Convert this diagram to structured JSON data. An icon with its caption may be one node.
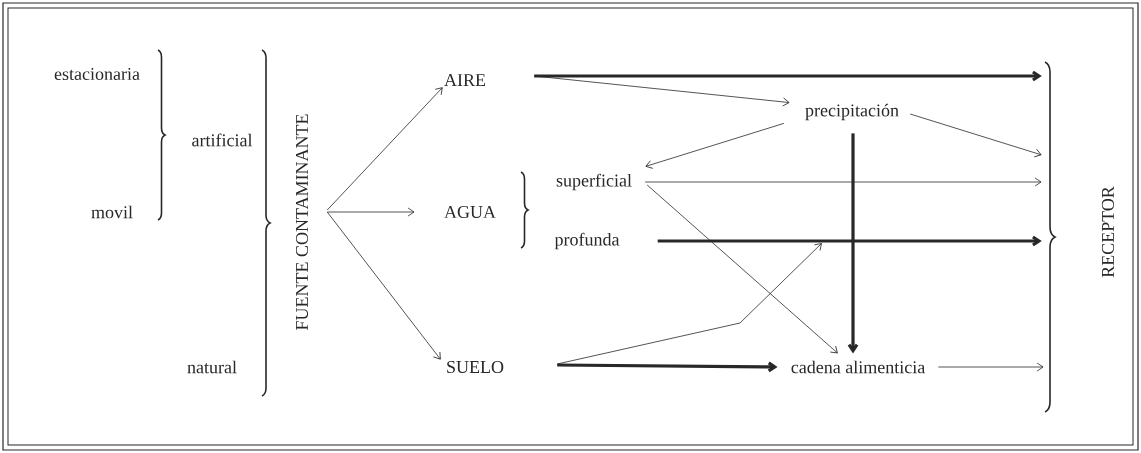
{
  "diagram": {
    "nodes": [
      {
        "text": [
          "estacionaria"
        ]
      },
      {
        "text": [
          "movil"
        ]
      },
      {
        "text": [
          "artificial"
        ]
      },
      {
        "text": [
          "natural"
        ]
      },
      {
        "text": [
          "FUENTE CONTAMINANTE"
        ]
      },
      {
        "text": [
          "AIRE"
        ]
      },
      {
        "text": [
          "AGUA"
        ]
      },
      {
        "text": [
          "SUELO"
        ]
      },
      {
        "text": [
          "precipitación"
        ]
      },
      {
        "text": [
          "superficial"
        ]
      },
      {
        "text": [
          "profunda"
        ]
      },
      {
        "text": [
          "cadena alimenticia"
        ]
      },
      {
        "text": [
          "RECEPTOR"
        ]
      }
    ],
    "edges": [
      {
        "from": 4,
        "to": 5,
        "arrow": "to"
      },
      {
        "from": 4,
        "to": 6,
        "arrow": "to"
      },
      {
        "from": 4,
        "to": 7,
        "arrow": "to"
      },
      {
        "from": 5,
        "to": 12,
        "arrow": "to",
        "style": "thick"
      },
      {
        "from": 5,
        "to": 8,
        "arrow": "to"
      },
      {
        "from": 8,
        "to": 9,
        "arrow": "to"
      },
      {
        "from": 8,
        "to": 12,
        "arrow": "to"
      },
      {
        "from": 8,
        "to": 11,
        "arrow": "to",
        "style": "thick"
      },
      {
        "from": 9,
        "to": 12,
        "arrow": "to"
      },
      {
        "from": 9,
        "to": 11,
        "arrow": "to"
      },
      {
        "from": 10,
        "to": 12,
        "arrow": "to",
        "style": "thick"
      },
      {
        "from": 7,
        "to": null,
        "arrow": "to"
      },
      {
        "from": 7,
        "to": 11,
        "arrow": "to",
        "style": "thick"
      },
      {
        "from": 11,
        "to": 12,
        "arrow": "to"
      }
    ]
  }
}
